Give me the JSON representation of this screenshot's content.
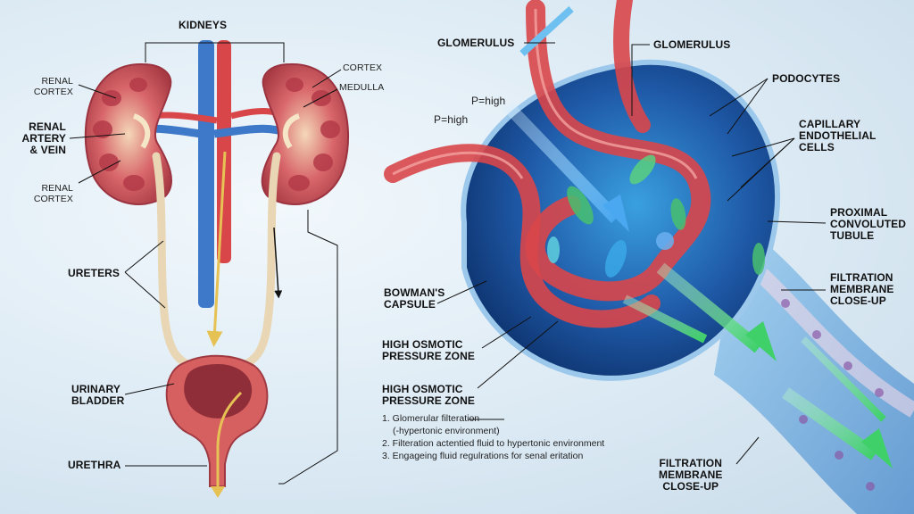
{
  "labels": {
    "kidneys": "KIDNEYS",
    "renal_cortex_top": "RENAL\nCORTEX",
    "renal_artery_vein": "RENAL\nARTERY\n& VEIN",
    "renal_cortex_bottom": "RENAL\nCORTEX",
    "cortex": "CORTEX",
    "medulla": "MEDULLA",
    "ureters": "URETERS",
    "urinary_bladder": "URINARY\nBLADDER",
    "urethra": "URETHRA",
    "glomerulus_left": "GLOMERULUS",
    "glomerulus_right": "GLOMERULUS",
    "p_high_1": "P=high",
    "p_high_2": "P=high",
    "podocytes": "PODOCYTES",
    "capillary_endothelial": "CAPILLARY\nENDOTHELIAL\nCELLS",
    "proximal_tubule": "PROXIMAL\nCONVOLUTED\nTUBULE",
    "filtration_membrane_1": "FILTRATION\nMEMBRANE\nCLOSE-UP",
    "bowmans_capsule": "BOWMAN'S\nCAPSULE",
    "high_osmotic_1": "HIGH OSMOTIC\nPRESSURE ZONE",
    "high_osmotic_2": "HIGH OSMOTIC\nPRESSURE ZONE",
    "filtration_membrane_2": "FILTRATION\nMEMBRANE\nCLOSE-UP"
  },
  "notes": [
    "1. Glomerular filteration",
    "(-hypertonic environment)",
    "2. Filteration actentied fluid to hypertonic environment",
    "3. Engageing fluid regulrations for senal eritation"
  ],
  "colors": {
    "kidney": "#c7535a",
    "vein": "#3e78c8",
    "artery": "#d8464a",
    "ureter": "#e9d6b4",
    "capsule": "#3c74b8",
    "tubule": "#5aa0d8",
    "filtrate": "#52d07a"
  }
}
